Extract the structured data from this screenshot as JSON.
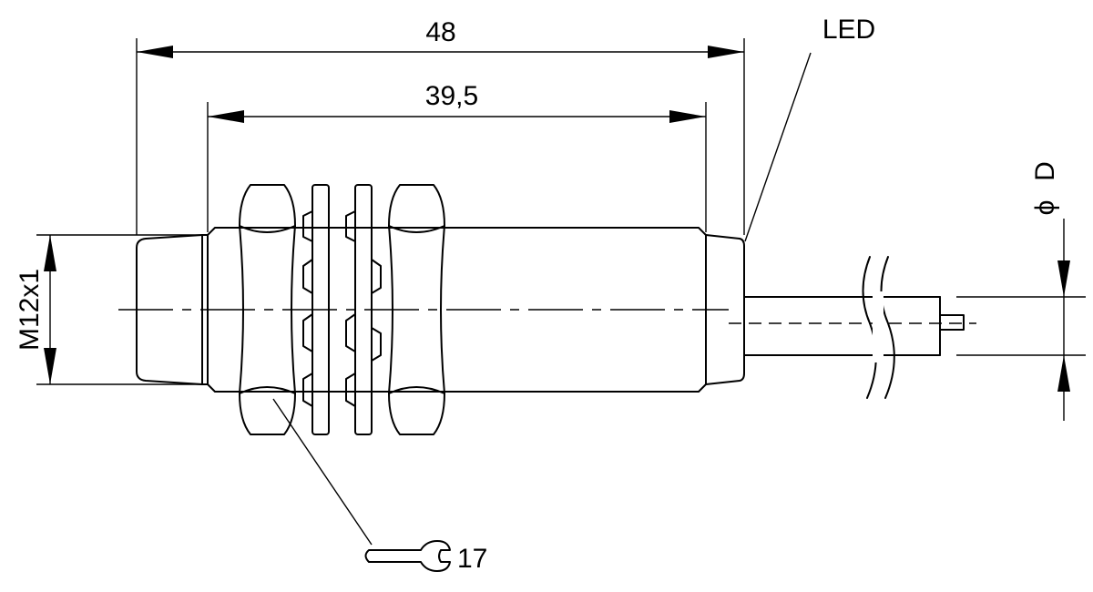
{
  "labels": {
    "length_overall": "48",
    "length_thread": "39,5",
    "led": "LED",
    "thread": "M12x1",
    "diameter_symbol": "ϕ",
    "diameter_letter": "D",
    "wrench_size": "17"
  }
}
